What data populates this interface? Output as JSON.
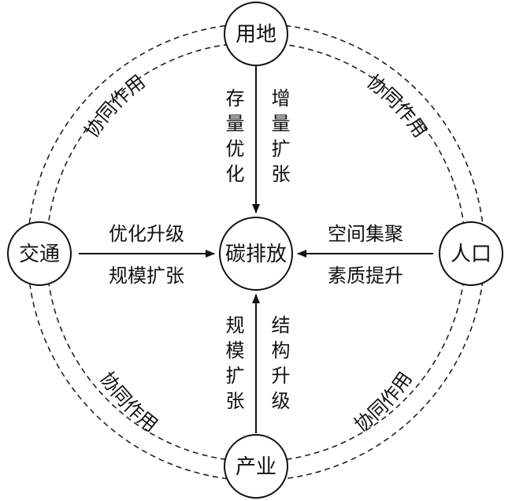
{
  "nodes": {
    "land": "用地",
    "center": "碳排放",
    "traffic": "交通",
    "population": "人口",
    "industry": "产业"
  },
  "edges": {
    "land_left": "存量优化",
    "land_right": "增量扩张",
    "traffic_top": "优化升级",
    "traffic_bottom": "规模扩张",
    "population_top": "空间集聚",
    "population_bottom": "素质提升",
    "industry_left": "规模扩张",
    "industry_right": "结构升级"
  },
  "ring": {
    "top_left": "协同作用",
    "top_right": "协同作用",
    "bottom_left": "协同作用",
    "bottom_right": "协同作用"
  }
}
